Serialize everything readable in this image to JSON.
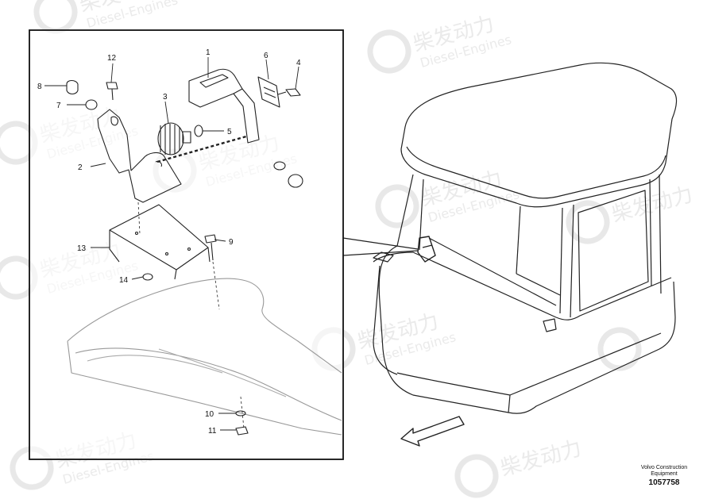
{
  "watermark": {
    "cn": "柴发动力",
    "en": "Diesel-Engines"
  },
  "callouts": [
    "1",
    "2",
    "3",
    "4",
    "5",
    "6",
    "7",
    "8",
    "9",
    "10",
    "11",
    "12",
    "13",
    "14"
  ],
  "footer": {
    "brand_line1": "Volvo Construction",
    "brand_line2": "Equipment",
    "drawing_number": "1057758"
  }
}
